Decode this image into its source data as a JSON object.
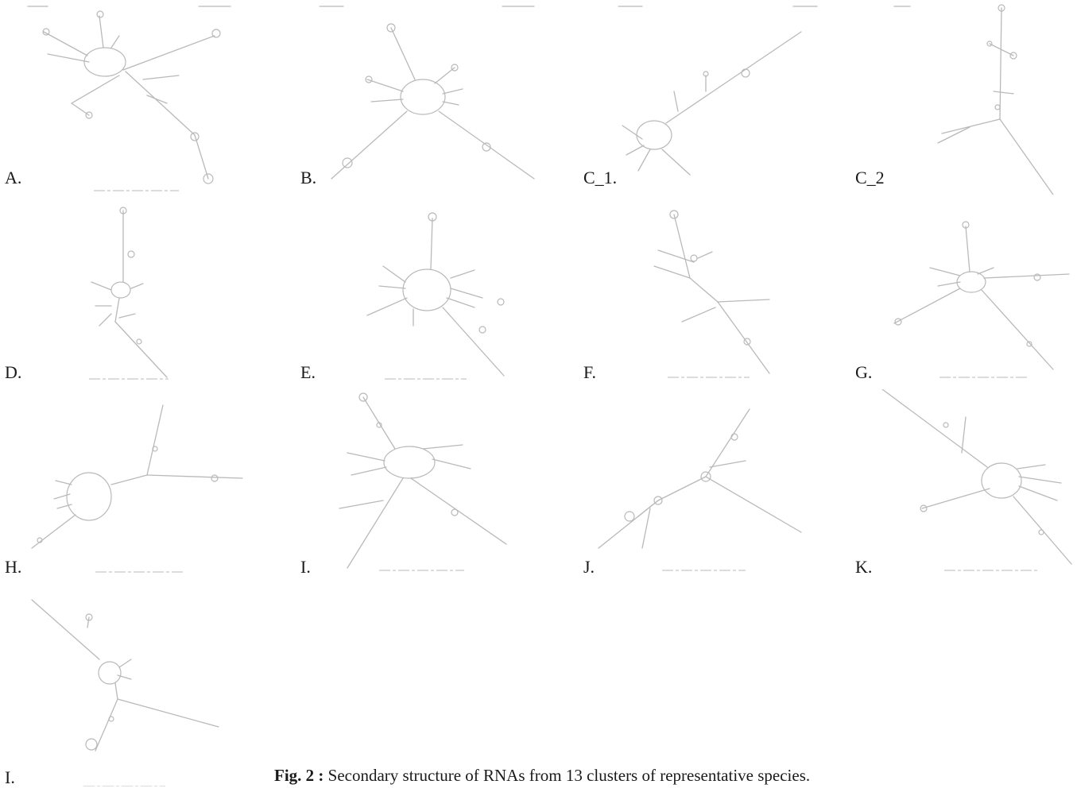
{
  "panels": [
    {
      "id": "A",
      "label": "A."
    },
    {
      "id": "B",
      "label": "B."
    },
    {
      "id": "C1",
      "label": "C_1."
    },
    {
      "id": "C2",
      "label": "C_2"
    },
    {
      "id": "D",
      "label": "D."
    },
    {
      "id": "E",
      "label": "E."
    },
    {
      "id": "F",
      "label": "F."
    },
    {
      "id": "G",
      "label": "G."
    },
    {
      "id": "H",
      "label": "H."
    },
    {
      "id": "I1",
      "label": "I."
    },
    {
      "id": "J",
      "label": "J."
    },
    {
      "id": "K",
      "label": "K."
    },
    {
      "id": "L",
      "label": "I."
    }
  ],
  "caption": {
    "prefix": "Fig. 2 :",
    "text": " Secondary structure of RNAs from 13 clusters of representative species."
  }
}
